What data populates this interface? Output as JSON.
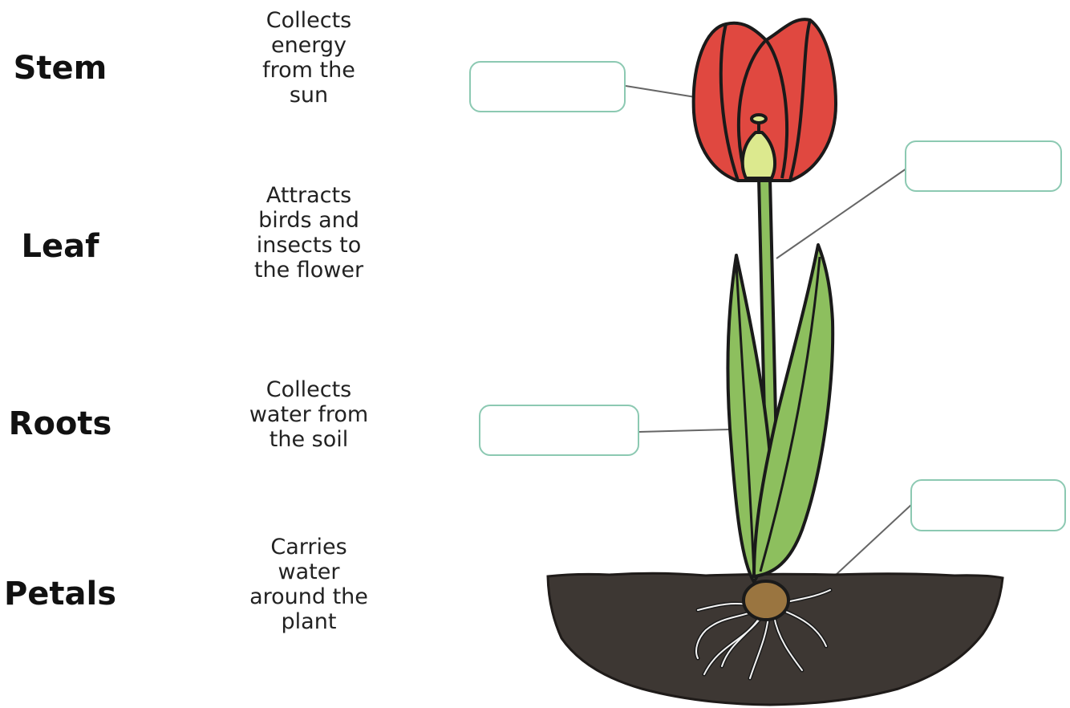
{
  "terms": [
    "Stem",
    "Leaf",
    "Roots",
    "Petals"
  ],
  "descriptions": [
    "Collects\nenergy\nfrom the\nsun",
    "Attracts\nbirds and\ninsects to\nthe flower",
    "Collects\nwater from\nthe soil",
    "Carries\nwater\naround the\nplant"
  ],
  "label_boxes": [
    "",
    "",
    "",
    ""
  ],
  "colors": {
    "petal": "#e04840",
    "bud": "#dce98e",
    "stem_leaf": "#8dbf5e",
    "soil": "#3d3733",
    "bulb": "#9a7540",
    "label_border": "#8cc9b2"
  },
  "icons": [
    "tulip-illustration",
    "soil-illustration",
    "bulb-illustration",
    "roots-illustration"
  ]
}
